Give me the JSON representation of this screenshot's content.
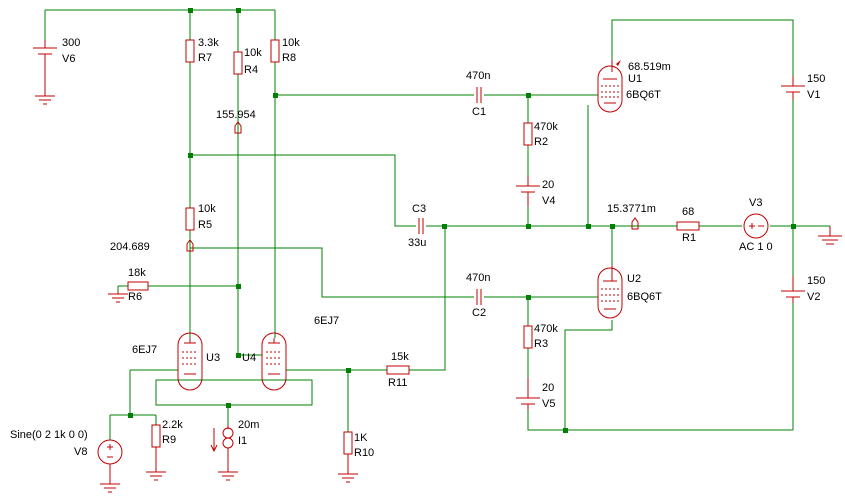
{
  "schematic": {
    "components": {
      "V6": {
        "ref": "V6",
        "value": "300"
      },
      "R7": {
        "ref": "R7",
        "value": "3.3k"
      },
      "R4": {
        "ref": "R4",
        "value": "10k"
      },
      "R8": {
        "ref": "R8",
        "value": "10k"
      },
      "R5": {
        "ref": "R5",
        "value": "10k"
      },
      "R6": {
        "ref": "R6",
        "value": "18k"
      },
      "U3": {
        "ref": "U3",
        "value": "6EJ7"
      },
      "U4": {
        "ref": "U4",
        "value": "6EJ7"
      },
      "R9": {
        "ref": "R9",
        "value": "2.2k"
      },
      "V8": {
        "ref": "V8",
        "value": "Sine(0 2 1k 0 0)"
      },
      "I1": {
        "ref": "I1",
        "value": "20m"
      },
      "R10": {
        "ref": "R10",
        "value": "1K"
      },
      "R11": {
        "ref": "R11",
        "value": "15k"
      },
      "C3": {
        "ref": "C3",
        "value": "33u"
      },
      "C1": {
        "ref": "C1",
        "value": "470n"
      },
      "C2": {
        "ref": "C2",
        "value": "470n"
      },
      "R2": {
        "ref": "R2",
        "value": "470k"
      },
      "R3": {
        "ref": "R3",
        "value": "470k"
      },
      "V4": {
        "ref": "V4",
        "value": "20"
      },
      "V5": {
        "ref": "V5",
        "value": "20"
      },
      "U1": {
        "ref": "U1",
        "value": "6BQ6T"
      },
      "U2": {
        "ref": "U2",
        "value": "6BQ6T"
      },
      "R1": {
        "ref": "R1",
        "value": "68"
      },
      "V3": {
        "ref": "V3",
        "value": "AC 1 0"
      },
      "V1": {
        "ref": "V1",
        "value": "150"
      },
      "V2": {
        "ref": "V2",
        "value": "150"
      }
    },
    "probes": {
      "p1": "155.954",
      "p2": "204.689",
      "p3": "68.519m",
      "p4": "15.3771m"
    }
  }
}
